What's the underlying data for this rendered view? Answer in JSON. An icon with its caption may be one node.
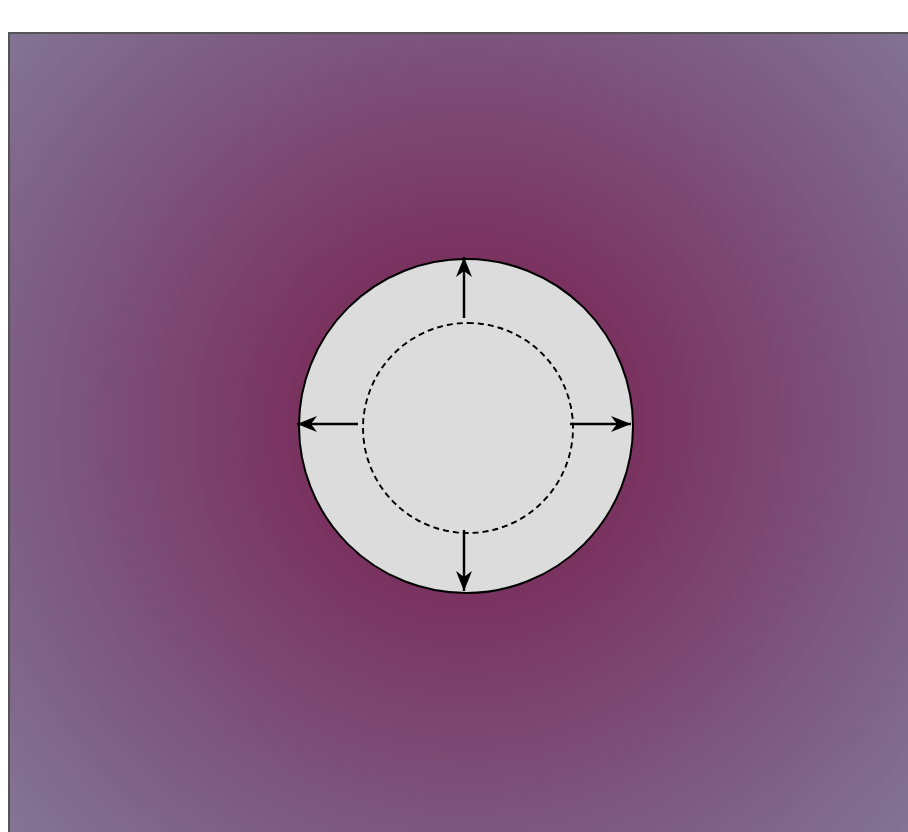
{
  "diagram": {
    "nodes": [
      {
        "text": [],
        "shape": "box"
      },
      {
        "text": [],
        "shape": "circle",
        "in": 0
      },
      {
        "text": [],
        "shape": "circle",
        "in": 1
      }
    ],
    "edges": [
      {
        "from": 2,
        "to": 1,
        "arrow": "to"
      },
      {
        "from": 2,
        "to": 1,
        "arrow": "to"
      },
      {
        "from": 2,
        "to": 1,
        "arrow": "to"
      },
      {
        "from": 2,
        "to": 1,
        "arrow": "to"
      }
    ]
  }
}
